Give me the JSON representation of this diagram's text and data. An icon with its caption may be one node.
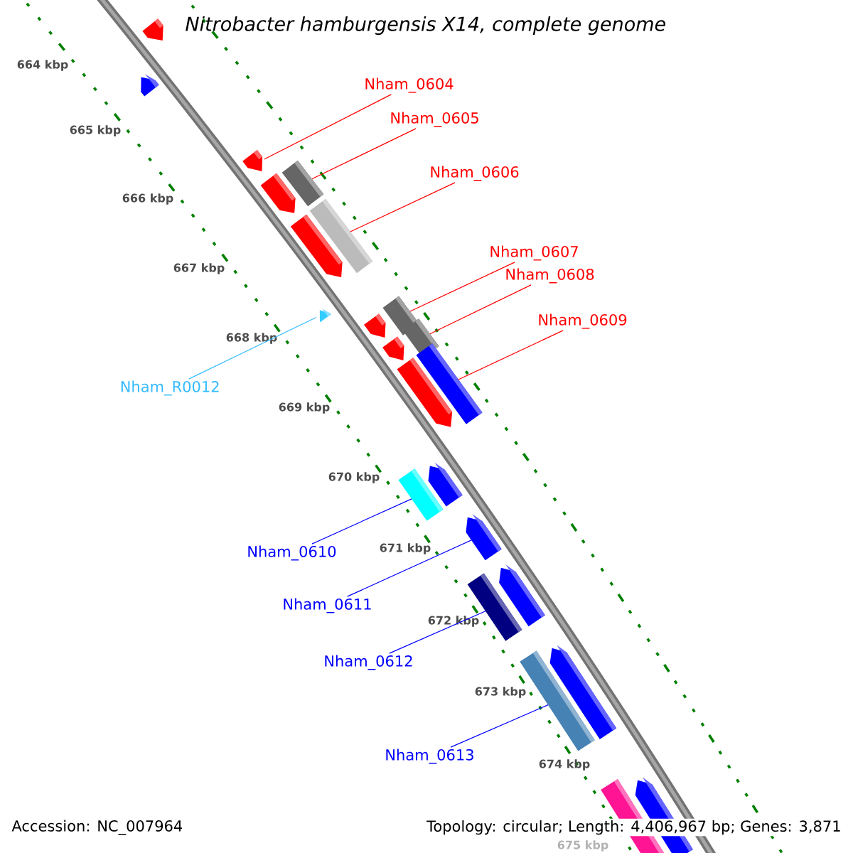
{
  "diagram": {
    "title": "Nitrobacter hamburgensis X14, complete genome",
    "nodes": [
      {
        "text": [
          "Nham_0604"
        ]
      },
      {
        "text": [
          "Nham_0605"
        ]
      },
      {
        "text": [
          "Nham_0606"
        ]
      },
      {
        "text": [
          "Nham_0607"
        ]
      },
      {
        "text": [
          "Nham_0608"
        ]
      },
      {
        "text": [
          "Nham_0609"
        ]
      },
      {
        "text": [
          "Nham_R0012"
        ]
      },
      {
        "text": [
          "Nham_0610"
        ]
      },
      {
        "text": [
          "Nham_0611"
        ]
      },
      {
        "text": [
          "Nham_0612"
        ]
      },
      {
        "text": [
          "Nham_0613"
        ]
      },
      {
        "text": [],
        "shape": "arrow"
      },
      {
        "text": [],
        "shape": "arrow"
      },
      {
        "text": [],
        "shape": "arrow"
      },
      {
        "text": [],
        "shape": "box"
      },
      {
        "text": [],
        "shape": "arrow"
      },
      {
        "text": [],
        "shape": "box"
      },
      {
        "text": [],
        "shape": "arrow"
      },
      {
        "text": [],
        "shape": "arrow"
      },
      {
        "text": [],
        "shape": "box"
      },
      {
        "text": [],
        "shape": "arrow"
      },
      {
        "text": [],
        "shape": "box"
      },
      {
        "text": [],
        "shape": "arrow"
      },
      {
        "text": [],
        "shape": "box"
      },
      {
        "text": [],
        "shape": "arrow"
      },
      {
        "text": [],
        "shape": "arrow"
      },
      {
        "text": [],
        "shape": "box"
      },
      {
        "text": [],
        "shape": "arrow"
      },
      {
        "text": [],
        "shape": "arrow"
      },
      {
        "text": [],
        "shape": "box"
      },
      {
        "text": [],
        "shape": "arrow"
      },
      {
        "text": [],
        "shape": "box"
      },
      {
        "text": [],
        "shape": "arrow"
      },
      {
        "text": [],
        "shape": "box"
      }
    ],
    "edges": [
      {
        "from": 0,
        "to": 13,
        "arrow": "none"
      },
      {
        "from": 1,
        "to": 14,
        "arrow": "none"
      },
      {
        "from": 2,
        "to": 16,
        "arrow": "none"
      },
      {
        "from": 3,
        "to": 19,
        "arrow": "none"
      },
      {
        "from": 4,
        "to": 21,
        "arrow": "none"
      },
      {
        "from": 5,
        "to": 23,
        "arrow": "none"
      },
      {
        "from": 6,
        "to": 18,
        "arrow": "none",
        "color": "#33bbff"
      },
      {
        "from": 7,
        "to": 26,
        "arrow": "none",
        "color": "#0000ff"
      },
      {
        "from": 8,
        "to": 27,
        "arrow": "none",
        "color": "#0000ff"
      },
      {
        "from": 9,
        "to": 29,
        "arrow": "none",
        "color": "#0000ff"
      },
      {
        "from": 10,
        "to": 31,
        "arrow": "none",
        "color": "#0000ff"
      }
    ],
    "labels": [
      "664 kbp",
      "665 kbp",
      "666 kbp",
      "667 kbp",
      "668 kbp",
      "669 kbp",
      "670 kbp",
      "671 kbp",
      "672 kbp",
      "673 kbp",
      "674 kbp",
      "675 kbp",
      "Accession: NC_007964",
      "Topology: circular; Length: 4,406,967 bp; Genes: 3,871"
    ]
  }
}
